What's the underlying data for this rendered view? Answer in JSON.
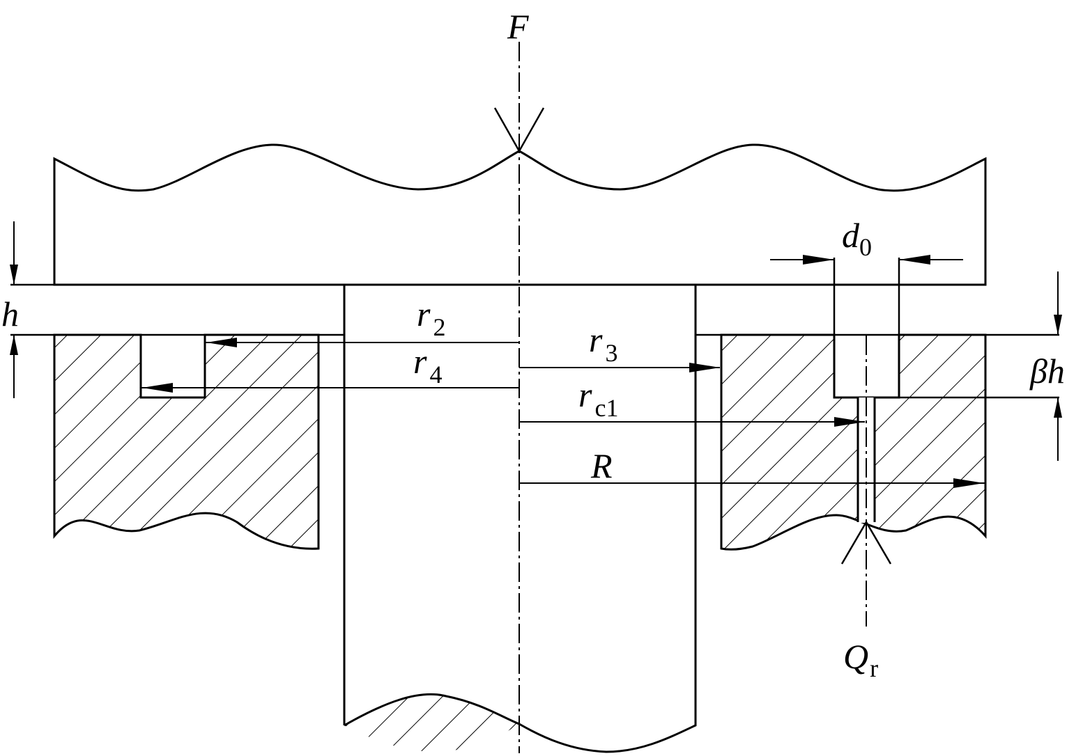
{
  "diagram": {
    "colors": {
      "line": "#000000",
      "background": "#ffffff"
    },
    "labels": {
      "force": {
        "main": "F",
        "sub": ""
      },
      "gap": {
        "main": "h",
        "sub": ""
      },
      "orifice_diameter": {
        "main": "d",
        "sub": "0"
      },
      "radius_2": {
        "main": "r",
        "sub": "2"
      },
      "radius_3": {
        "main": "r",
        "sub": "3"
      },
      "radius_4": {
        "main": "r",
        "sub": "4"
      },
      "radius_c1": {
        "main": "r",
        "sub": "c1"
      },
      "outer_radius": {
        "main": "R",
        "sub": ""
      },
      "recess_depth": {
        "main": "βh",
        "sub": ""
      },
      "flow_rate": {
        "main": "Q",
        "sub": "r"
      }
    }
  }
}
